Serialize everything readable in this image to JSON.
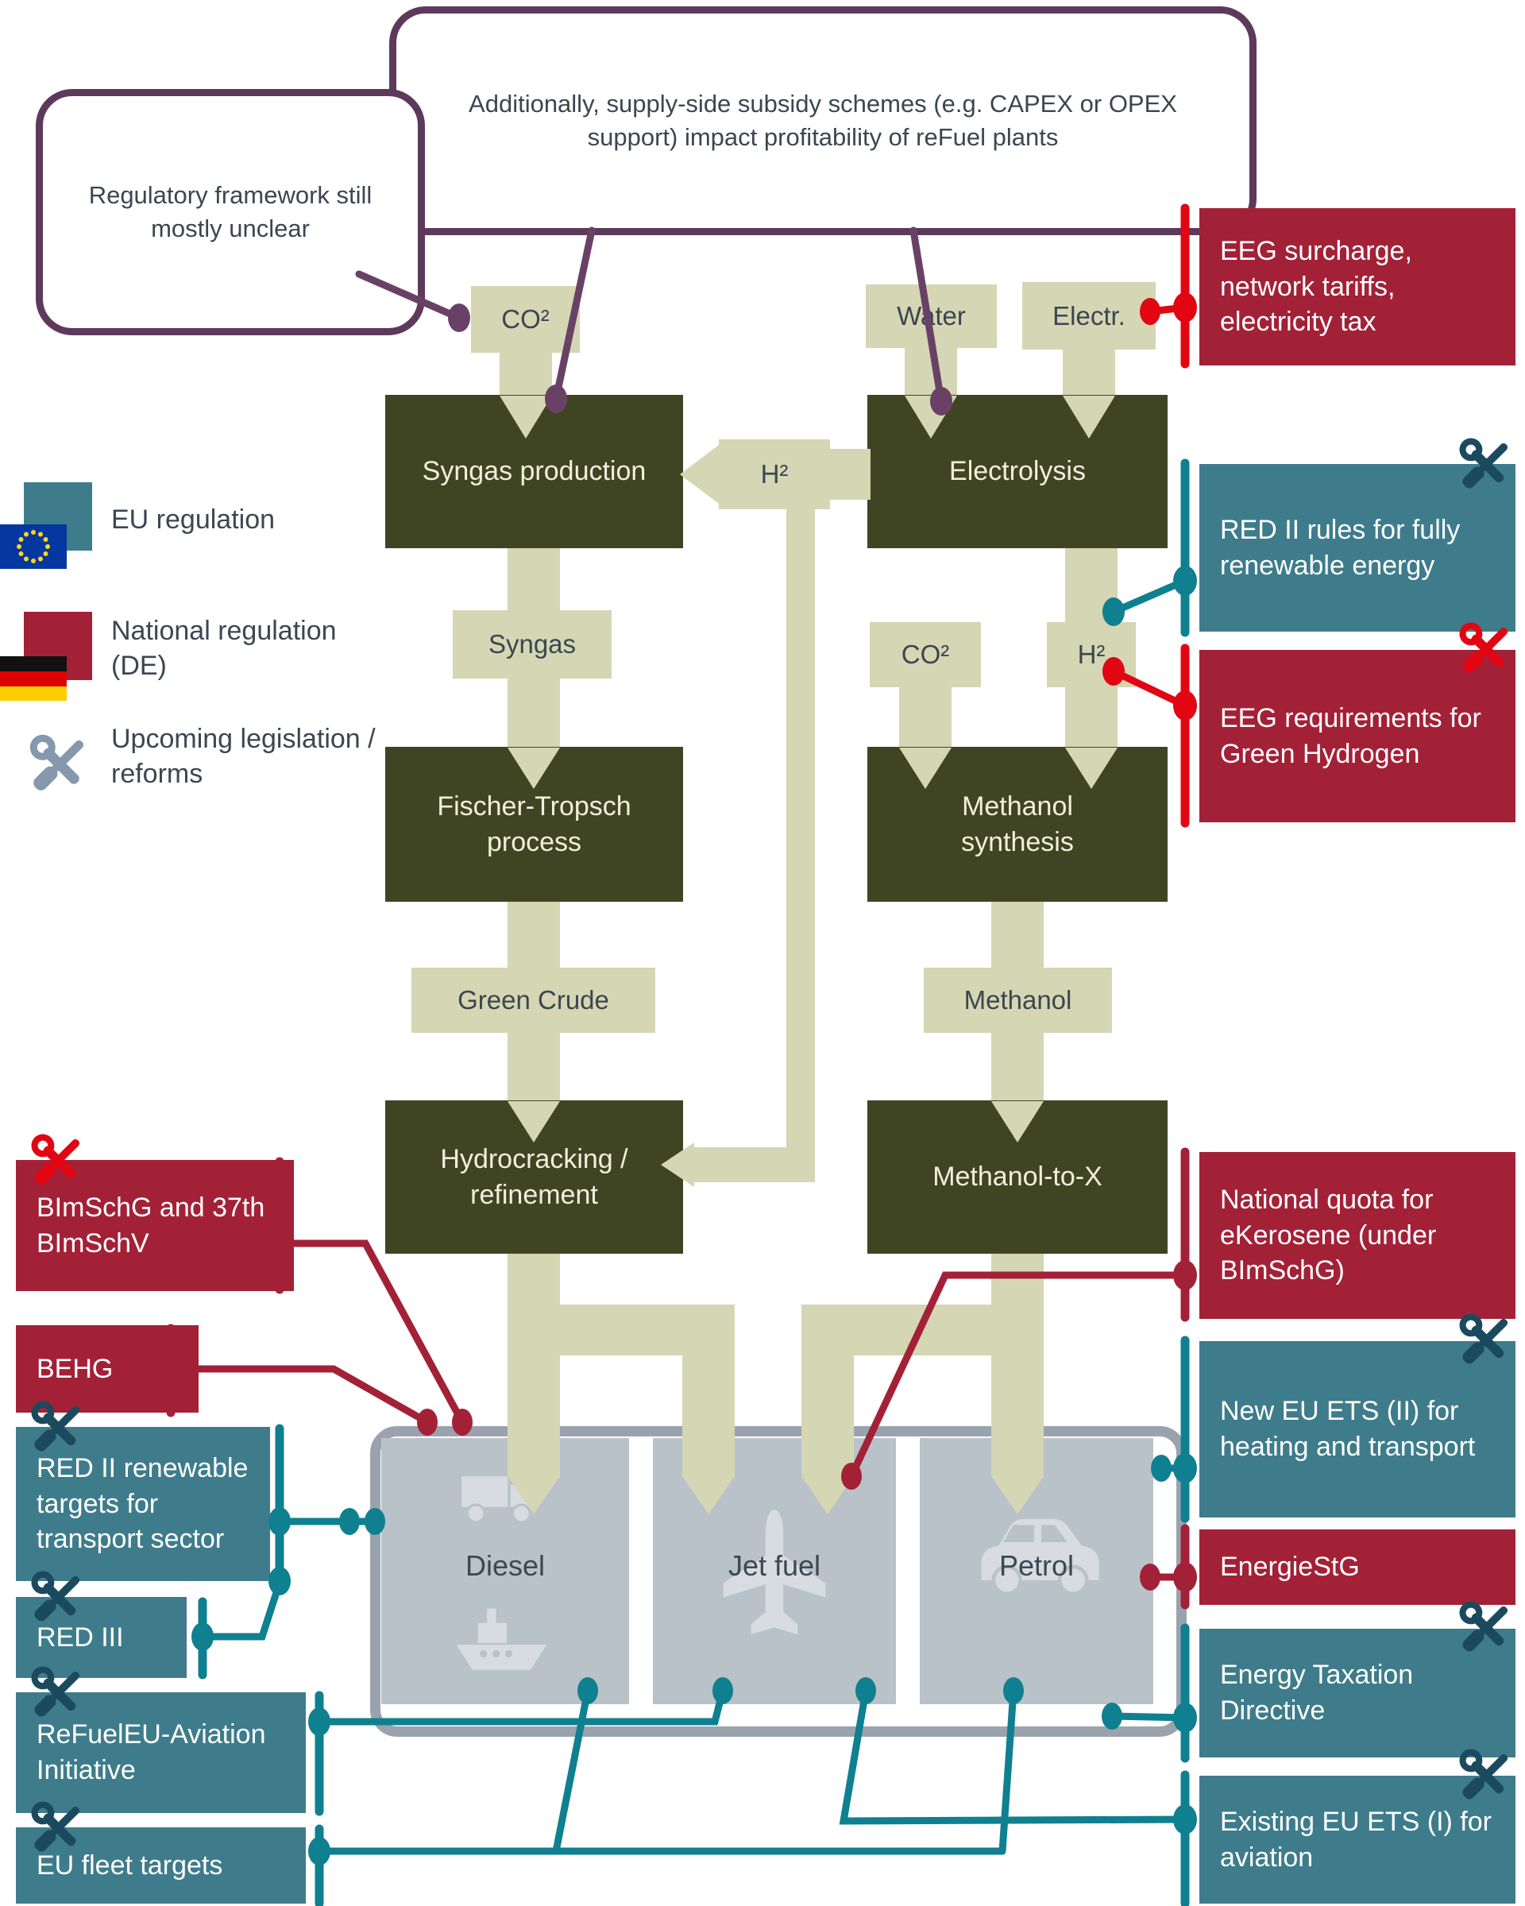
{
  "callouts": {
    "top": "Additionally, supply-side subsidy schemes (e.g. CAPEX or OPEX support) impact profitability of reFuel plants",
    "left": "Regulatory framework still mostly unclear"
  },
  "legend": {
    "eu": "EU regulation",
    "national": "National regulation (DE)",
    "upcoming": "Upcoming legislation / reforms"
  },
  "flow": {
    "co2_left": "CO²",
    "water": "Water",
    "electr": "Electr.",
    "h2_bridge": "H²",
    "syngas_production": "Syngas production",
    "electrolysis": "Electrolysis",
    "syngas": "Syngas",
    "co2_right": "CO²",
    "h2_right": "H²",
    "fischer_tropsch": "Fischer-Tropsch process",
    "methanol_synthesis": "Methanol synthesis",
    "green_crude": "Green Crude",
    "methanol": "Methanol",
    "hydrocracking": "Hydrocracking / refinement",
    "methanol_to_x": "Methanol-to-X"
  },
  "fuels": {
    "diesel": "Diesel",
    "jet": "Jet fuel",
    "petrol": "Petrol"
  },
  "left_regulations": [
    {
      "label": "BImSchG and 37th BImSchV",
      "type": "national",
      "tools": "red"
    },
    {
      "label": "BEHG",
      "type": "national",
      "tools": null
    },
    {
      "label": "RED II renewable targets for transport sector",
      "type": "eu",
      "tools": "dark"
    },
    {
      "label": "RED III",
      "type": "eu",
      "tools": "dark"
    },
    {
      "label": "ReFuelEU-Aviation Initiative",
      "type": "eu",
      "tools": "dark"
    },
    {
      "label": "EU fleet targets",
      "type": "eu",
      "tools": "dark"
    }
  ],
  "right_regulations": [
    {
      "label": "EEG surcharge, network tariffs, electricity tax",
      "type": "national",
      "tools": null
    },
    {
      "label": "RED II rules for fully renewable energy",
      "type": "eu",
      "tools": "dark"
    },
    {
      "label": "EEG requirements for Green Hydrogen",
      "type": "national",
      "tools": "red"
    },
    {
      "label": "National quota for eKerosene (under BImSchG)",
      "type": "national",
      "tools": null
    },
    {
      "label": "New EU ETS (II) for heating and transport",
      "type": "eu",
      "tools": "dark"
    },
    {
      "label": "EnergieStG",
      "type": "national",
      "tools": null
    },
    {
      "label": "Energy Taxation Directive",
      "type": "eu",
      "tools": "dark"
    },
    {
      "label": "Existing EU ETS (I) for aviation",
      "type": "eu",
      "tools": "dark"
    }
  ],
  "colors": {
    "olive": "#3f4522",
    "beige": "#d5d6b3",
    "teal_box": "#3e7c8b",
    "crimson": "#a32137",
    "red_bright": "#e20613",
    "teal_line": "#0f808f",
    "dark_red_line": "#a32137",
    "purple": "#6a4166",
    "panel": "#b9c1c9",
    "panel_border": "#9aa3ad",
    "tools_dark": "#1b4a5e",
    "tools_gray": "#8598ad"
  }
}
